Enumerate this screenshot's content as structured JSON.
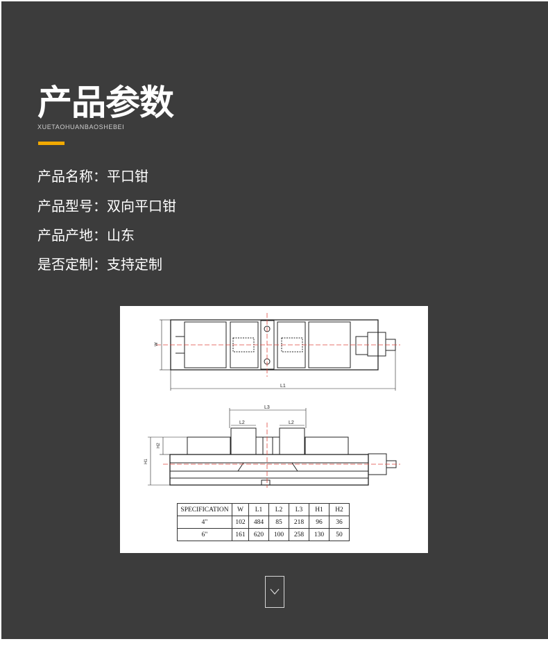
{
  "header": {
    "title": "产品参数",
    "subtitle": "XUETAOHUANBAOSHEBEI",
    "accent_color": "#f2a900"
  },
  "specs": [
    {
      "label": "产品名称：",
      "value": "平口钳"
    },
    {
      "label": "产品型号：",
      "value": "双向平口钳"
    },
    {
      "label": "产品产地：",
      "value": "山东"
    },
    {
      "label": "是否定制：",
      "value": "支持定制"
    }
  ],
  "drawing": {
    "dim_labels": {
      "w": "W",
      "l1": "L1",
      "l2a": "L2",
      "l2b": "L2",
      "l3": "L3",
      "h1": "H1",
      "h2": "H2"
    },
    "table": {
      "headers": [
        "SPECIFICATION",
        "W",
        "L1",
        "L2",
        "L3",
        "H1",
        "H2"
      ],
      "rows": [
        [
          "4\"",
          "102",
          "484",
          "85",
          "218",
          "96",
          "36"
        ],
        [
          "6\"",
          "161",
          "620",
          "100",
          "258",
          "130",
          "50"
        ]
      ]
    }
  },
  "footer": {
    "scroll_icon": "chevron-down-icon"
  },
  "colors": {
    "background": "#3c3c3c",
    "text": "#ffffff",
    "centerline": "#e0463c"
  }
}
